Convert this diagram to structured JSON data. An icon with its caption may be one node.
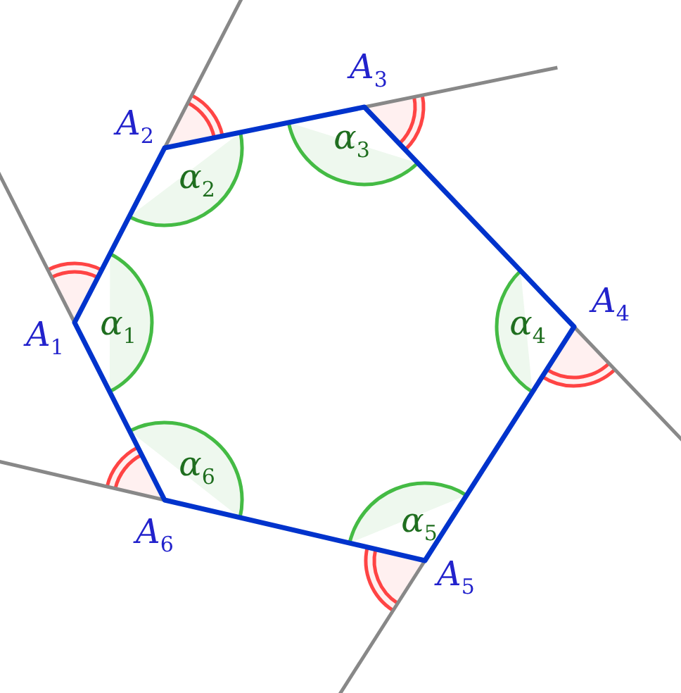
{
  "diagram": {
    "labels": [
      "A$_{3}$",
      "A$_{2}$",
      "α$_{3}$",
      "α$_{2}$",
      "A$_{4}$",
      "A$_{1}$",
      "α$_{1}$",
      "α$_{4}$",
      "α$_{6}$",
      "α$_{5}$",
      "A$_{6}$",
      "A$_{5}$"
    ]
  }
}
